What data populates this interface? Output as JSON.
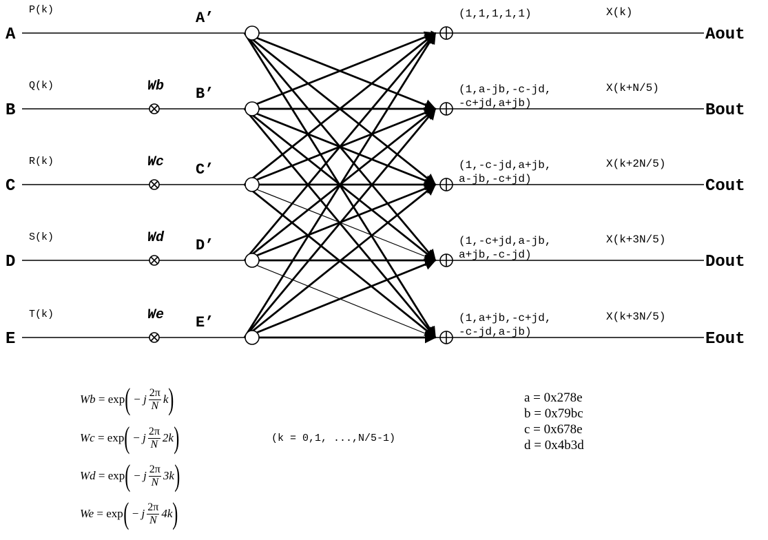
{
  "rows": [
    {
      "input": "A",
      "seq": "P(k)",
      "prime": "A’",
      "twiddle": "",
      "coef": [
        "(1,1,1,1,1)"
      ],
      "outIdx": "X(k)",
      "output": "Aout"
    },
    {
      "input": "B",
      "seq": "Q(k)",
      "prime": "B’",
      "twiddle": "Wb",
      "coef": [
        "(1,a-jb,-c-jd,",
        "-c+jd,a+jb)"
      ],
      "outIdx": "X(k+N/5)",
      "output": "Bout"
    },
    {
      "input": "C",
      "seq": "R(k)",
      "prime": "C’",
      "twiddle": "Wc",
      "coef": [
        "(1,-c-jd,a+jb,",
        "a-jb,-c+jd)"
      ],
      "outIdx": "X(k+2N/5)",
      "output": "Cout"
    },
    {
      "input": "D",
      "seq": "S(k)",
      "prime": "D’",
      "twiddle": "Wd",
      "coef": [
        "(1,-c+jd,a-jb,",
        "a+jb,-c-jd)"
      ],
      "outIdx": "X(k+3N/5)",
      "output": "Dout"
    },
    {
      "input": "E",
      "seq": "T(k)",
      "prime": "E’",
      "twiddle": "We",
      "coef": [
        "(1,a+jb,-c+jd,",
        "-c-jd,a-jb)"
      ],
      "outIdx": "X(k+3N/5)",
      "output": "Eout"
    }
  ],
  "formulas": [
    {
      "name": "Wb",
      "eq": "= exp",
      "minus": "−",
      "j": "j",
      "num": "2π",
      "den": "N",
      "mult": "k"
    },
    {
      "name": "Wc",
      "eq": "= exp",
      "minus": "−",
      "j": "j",
      "num": "2π",
      "den": "N",
      "mult": "2k"
    },
    {
      "name": "Wd",
      "eq": "= exp",
      "minus": "−",
      "j": "j",
      "num": "2π",
      "den": "N",
      "mult": "3k"
    },
    {
      "name": "We",
      "eq": "= exp",
      "minus": "−",
      "j": "j",
      "num": "2π",
      "den": "N",
      "mult": "4k"
    }
  ],
  "k_range": "(k = 0,1, ...,N/5-1)",
  "constants": [
    "a = 0x278e",
    "b = 0x79bc",
    "c = 0x678e",
    "d = 0x4b3d"
  ]
}
